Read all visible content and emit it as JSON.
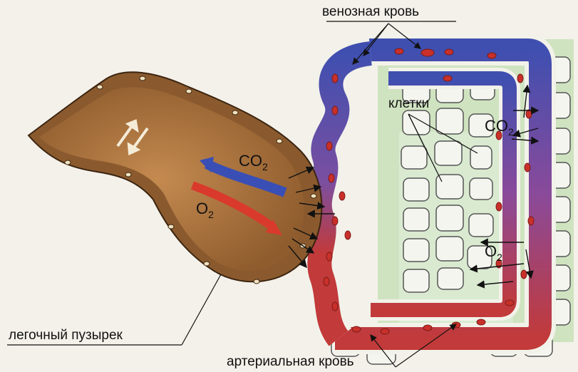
{
  "labels": {
    "venous_blood": "венозная кровь",
    "cells": "клетки",
    "alveolus": "легочный пузырек",
    "arterial_blood": "артериальная кровь"
  },
  "chem": {
    "co2_main": "CO",
    "co2_sub": "2",
    "o2_main": "O",
    "o2_sub": "2"
  },
  "colors": {
    "alveolus_wall": "#8a5a2e",
    "alveolus_inner": "#b07a45",
    "venous": "#3f4fb0",
    "arterial": "#c23a3a",
    "tissue": "#c9ddb9",
    "cell": "#f3f3ee"
  }
}
